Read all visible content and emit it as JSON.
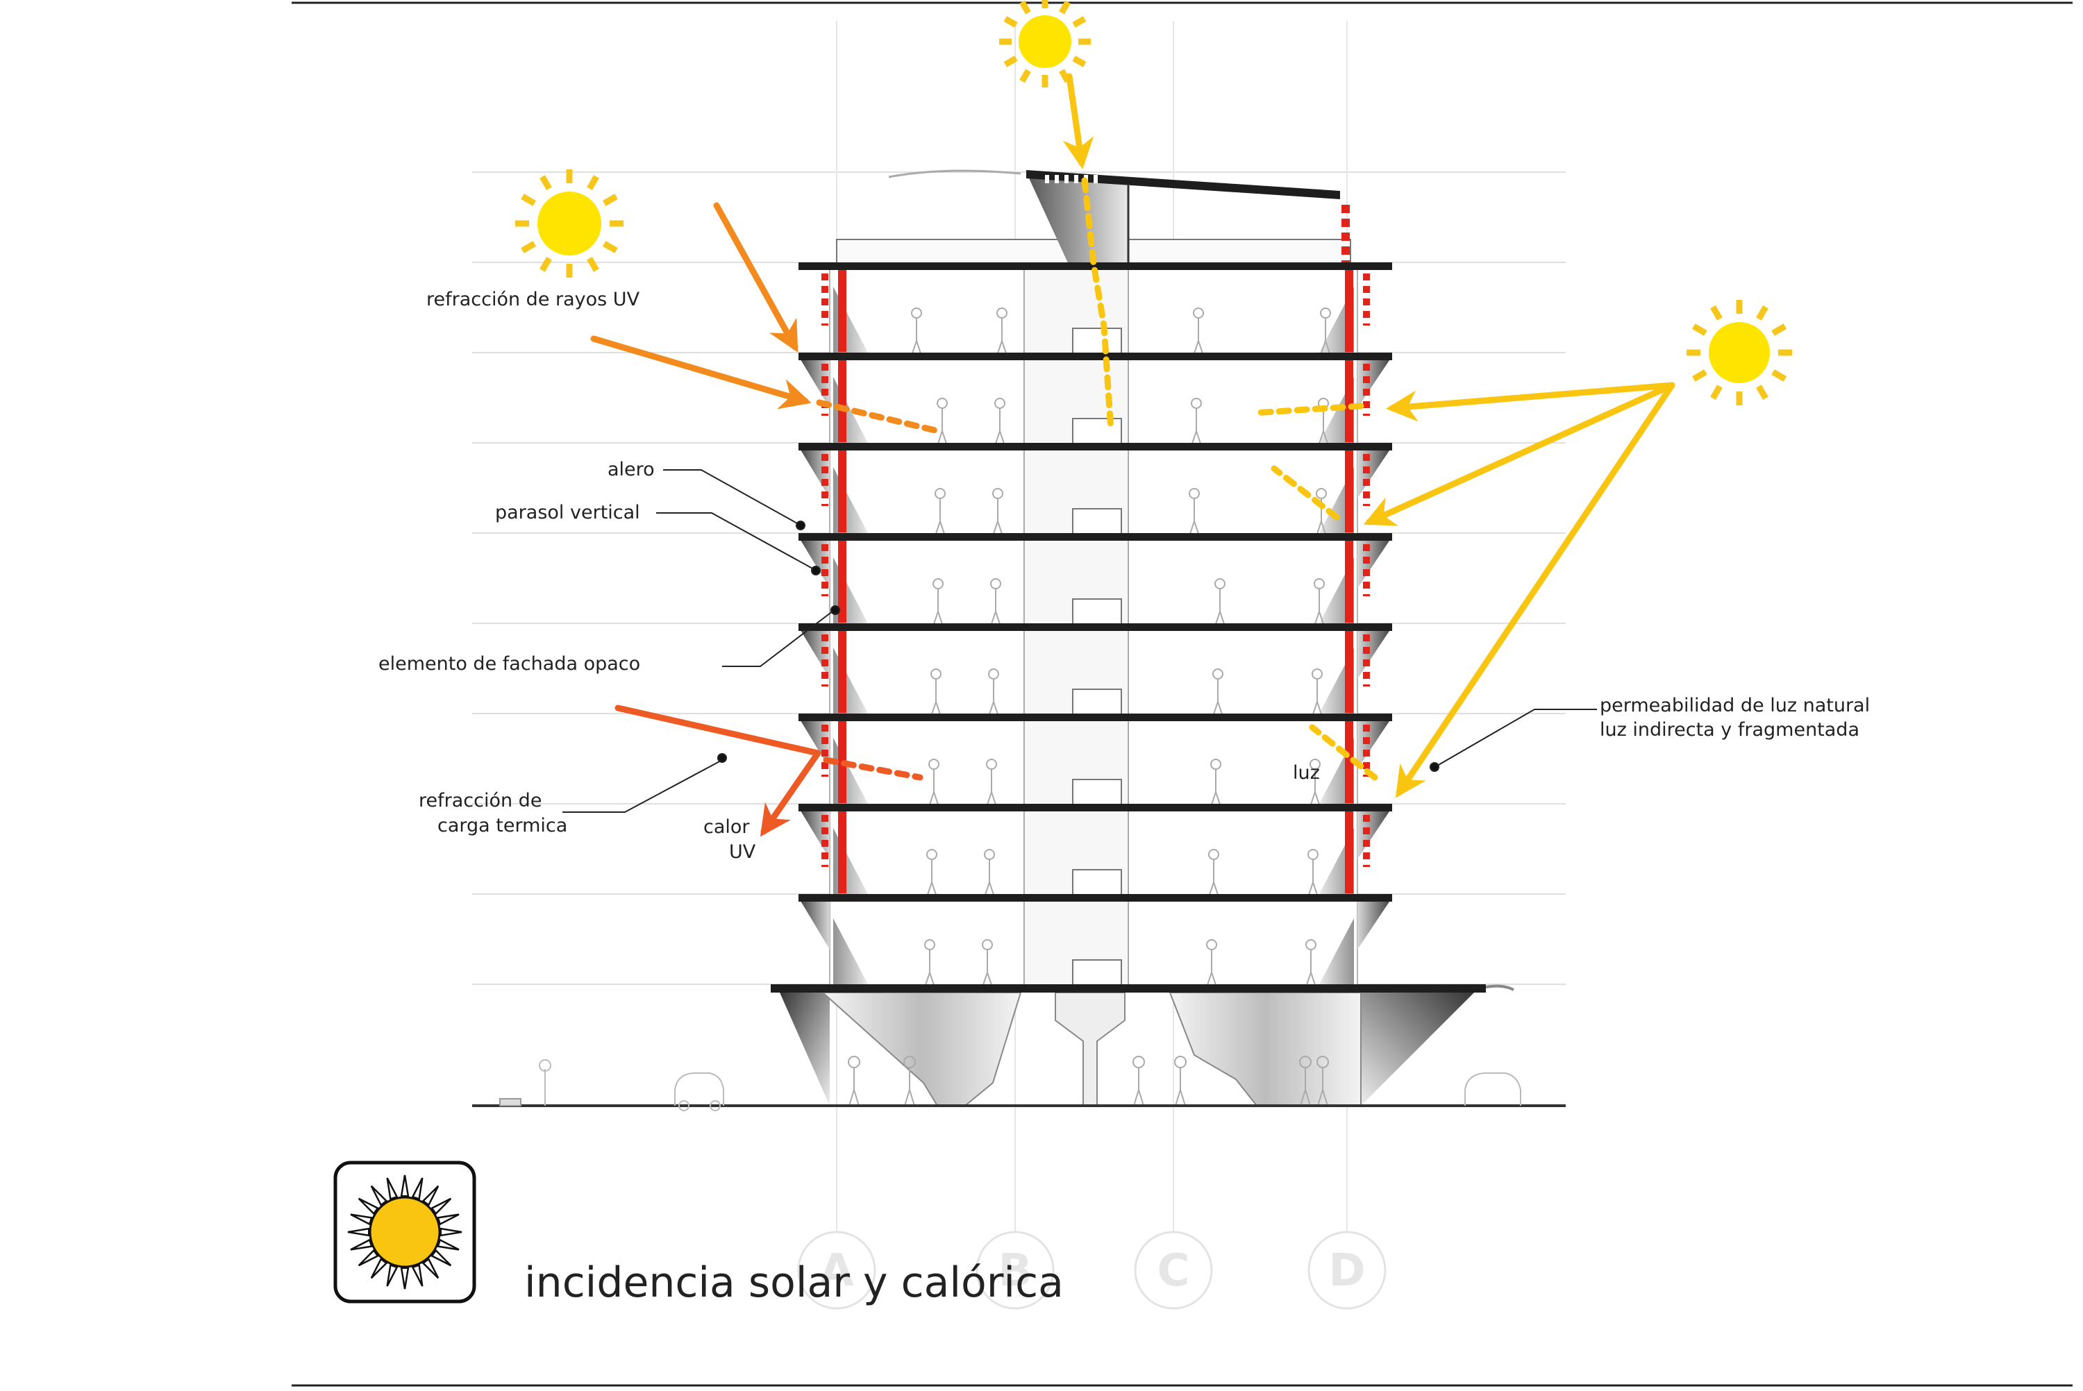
{
  "colors": {
    "sun": "#FFE400",
    "sun_ray": "#F7C61A",
    "uv_arrow": "#F28A1E",
    "heat_arrow": "#EE5A24",
    "light_arrow": "#F9C510",
    "structure_red": "#E2231A",
    "slab": "#1E1E1E"
  },
  "labels": {
    "uv_refraction": "refracción de rayos UV",
    "eave": "alero",
    "vertical_sunshade": "parasol vertical",
    "opaque_facade": "elemento de fachada opaco",
    "thermal_refraction_1": "refracción de",
    "thermal_refraction_2": "carga termica",
    "heat_1": "calor",
    "heat_2": "UV",
    "light_permeability_1": "permeabilidad de luz natural",
    "light_permeability_2": "luz indirecta y fragmentada",
    "light": "luz"
  },
  "grid_axes": [
    "A",
    "B",
    "C",
    "D"
  ],
  "legend": {
    "icon": "sun-icon",
    "title": "incidencia solar y calórica"
  }
}
